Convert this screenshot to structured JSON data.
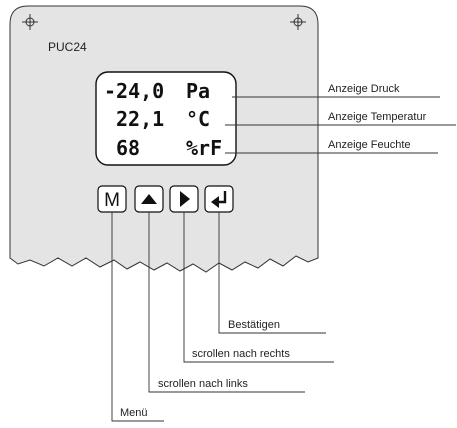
{
  "device": {
    "model_label": "PUC24"
  },
  "display": {
    "rows": [
      {
        "value": "-24,0",
        "unit": "Pa"
      },
      {
        "value": "22,1",
        "unit": "°C"
      },
      {
        "value": "68",
        "unit": "%rF"
      }
    ]
  },
  "buttons": {
    "menu": {
      "glyph": "M",
      "icon": "menu-button-icon"
    },
    "left": {
      "icon": "triangle-up-icon"
    },
    "right": {
      "icon": "triangle-right-icon"
    },
    "enter": {
      "icon": "enter-return-icon"
    }
  },
  "annotations": {
    "display_pressure": "Anzeige Druck",
    "display_temperature": "Anzeige Temperatur",
    "display_humidity": "Anzeige Feuchte",
    "confirm": "Bestätigen",
    "scroll_right": "scrollen nach rechts",
    "scroll_left": "scrollen nach links",
    "menu": "Menü"
  },
  "colors": {
    "panel": "#e4e4e4",
    "line": "#333333",
    "lcd_background": "#ffffff"
  }
}
